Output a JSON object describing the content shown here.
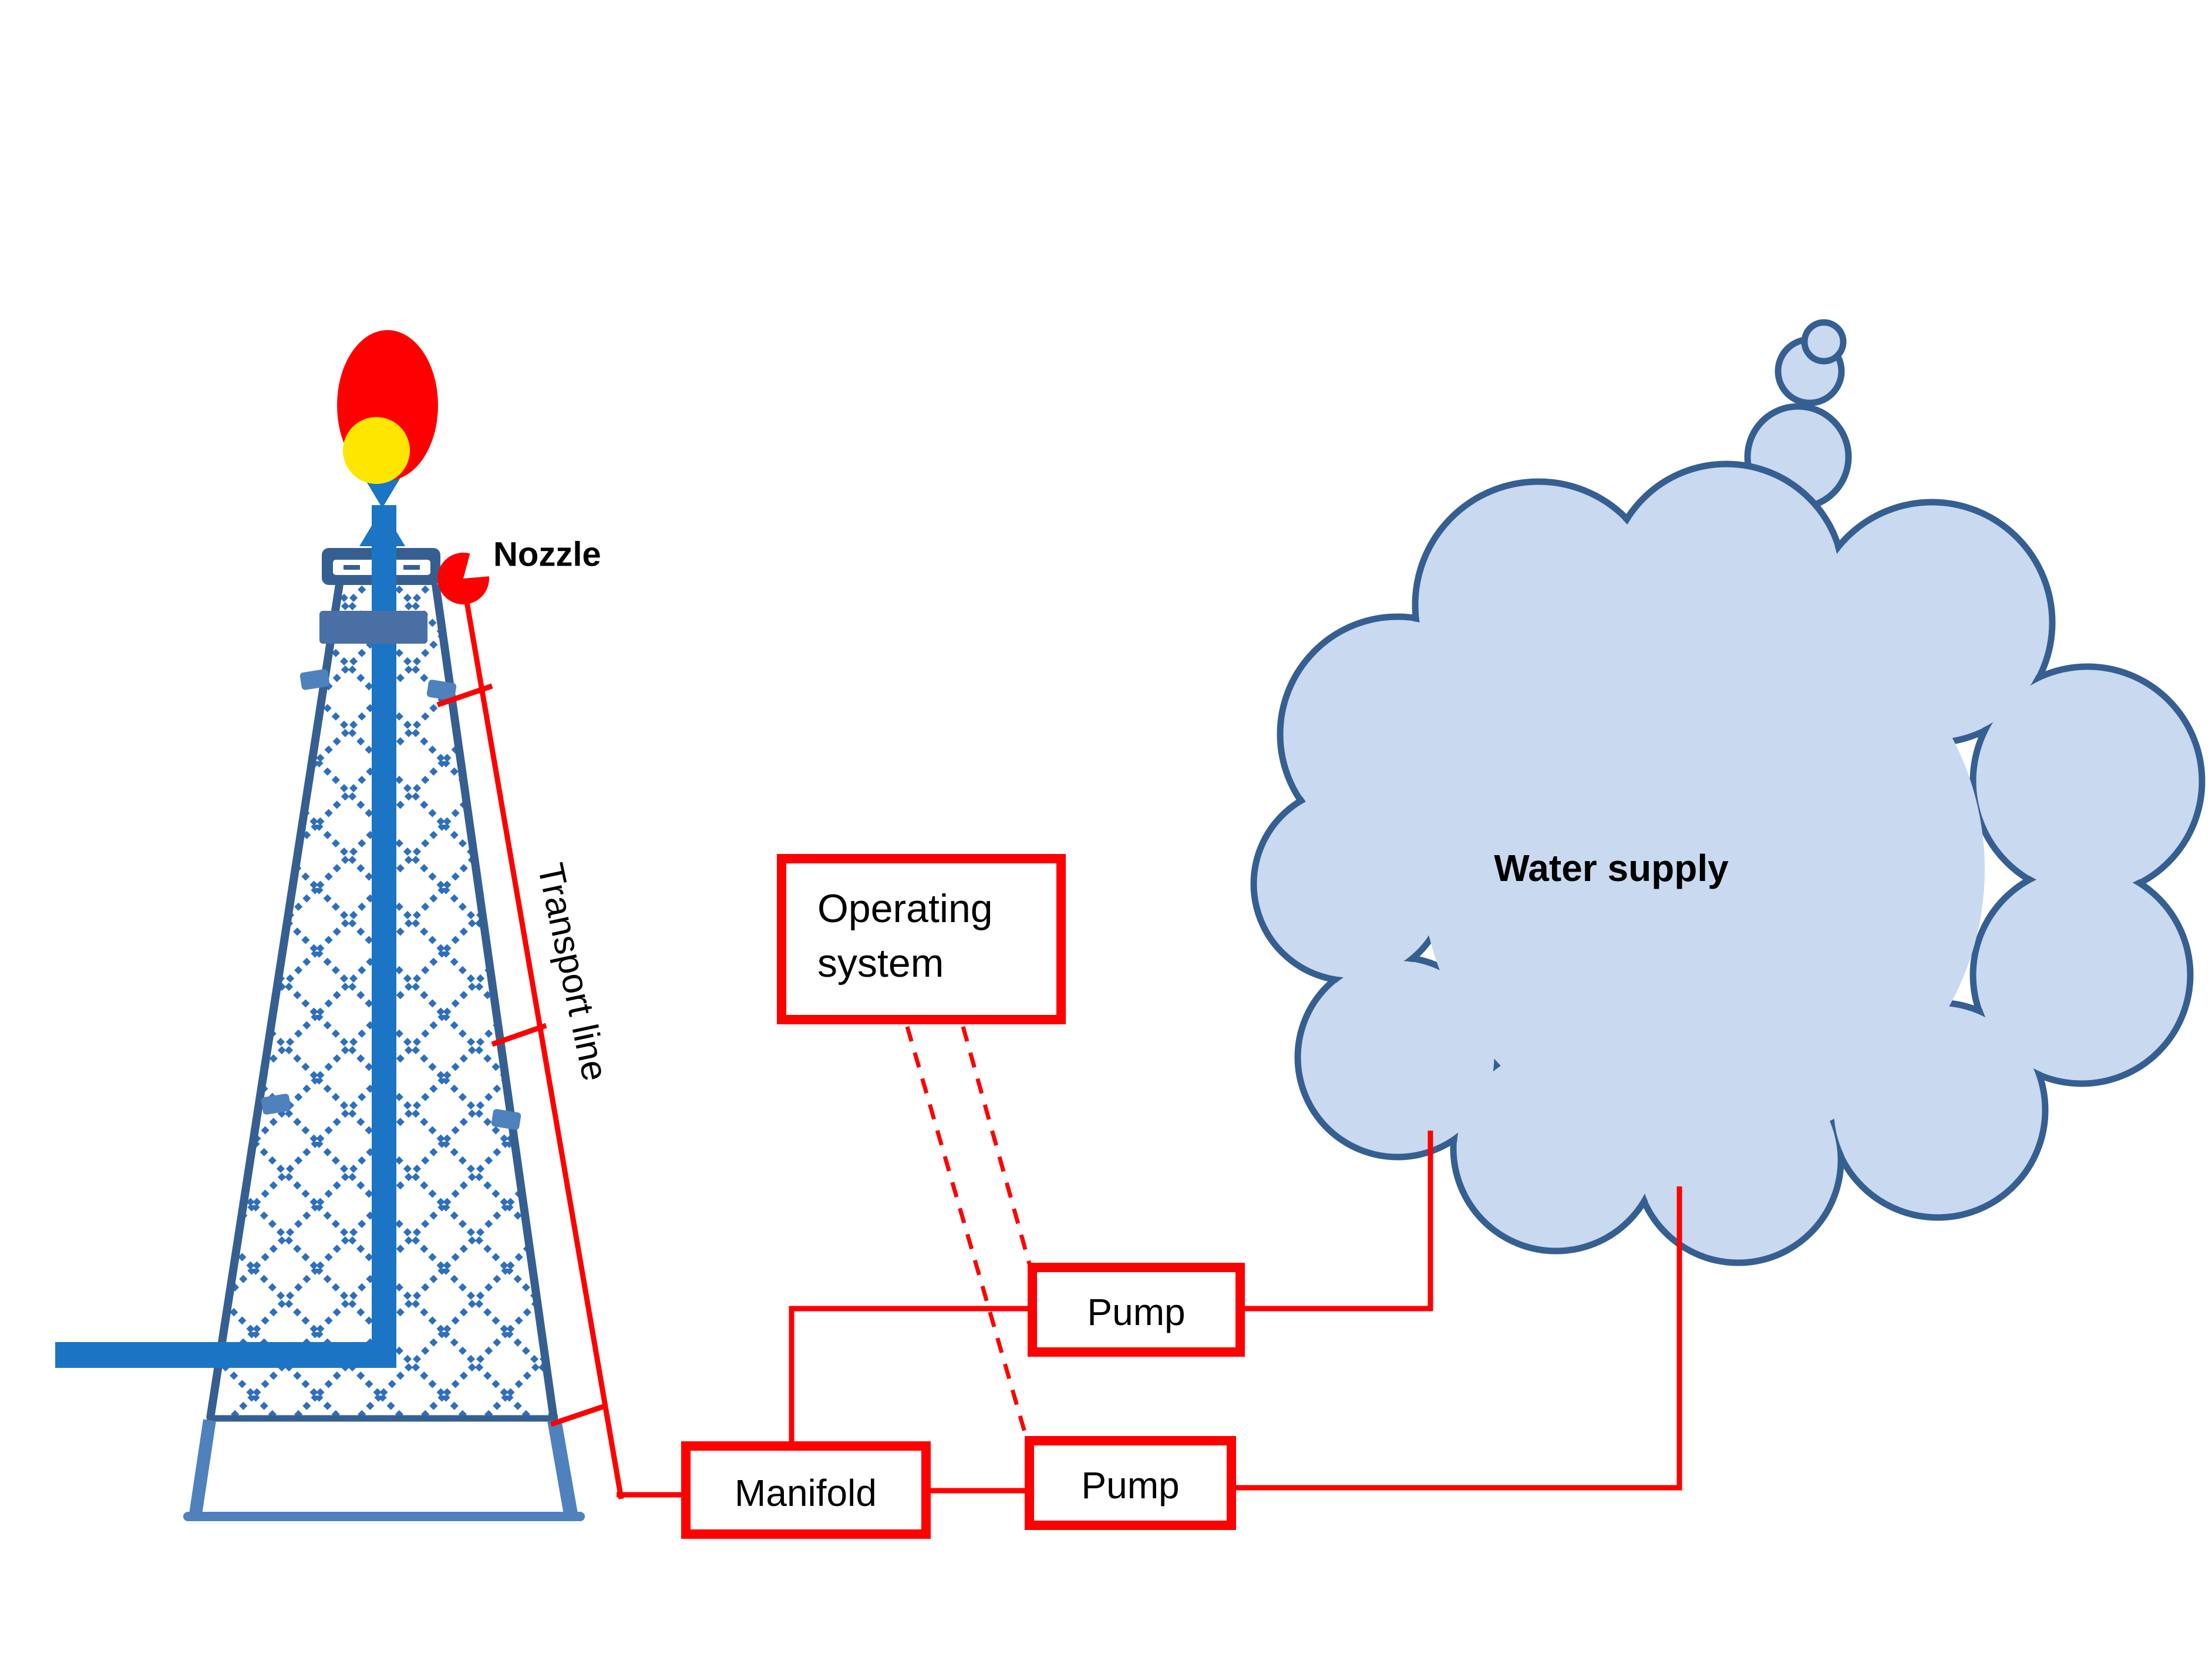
{
  "diagram": {
    "tower": {
      "nozzle_label": "Nozzle",
      "transport_line_label": "Transport line"
    },
    "boxes": {
      "operating_system": {
        "line1": "Operating",
        "line2": "system"
      },
      "manifold": {
        "label": "Manifold"
      },
      "pump_upper": {
        "label": "Pump"
      },
      "pump_lower": {
        "label": "Pump"
      }
    },
    "cloud": {
      "label": "Water supply"
    },
    "colors": {
      "red": "#fe0000",
      "bright_blue": "#1b75c4",
      "lattice_blue": "#2e6fbc",
      "steel_blue": "#4f81bd",
      "band_blue": "#4a6fa5",
      "dark_blue": "#365f91",
      "cloud_fill": "#c9d9f0",
      "flame_yellow": "#ffe600",
      "white": "#ffffff",
      "text": "#000000"
    }
  }
}
